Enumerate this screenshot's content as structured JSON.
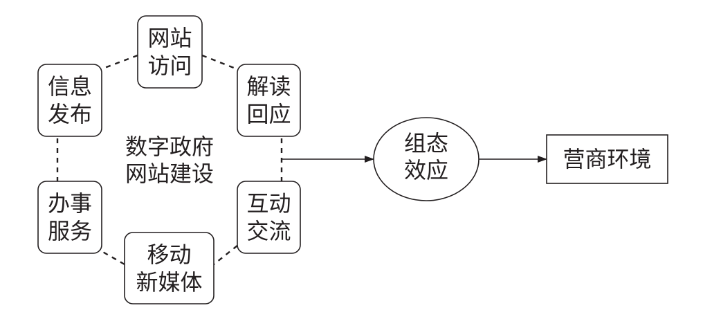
{
  "center": {
    "line1": "数字政府",
    "line2": "网站建设"
  },
  "components": [
    {
      "id": "site-visit",
      "line1": "网站",
      "line2": "访问"
    },
    {
      "id": "interpret-respond",
      "line1": "解读",
      "line2": "回应"
    },
    {
      "id": "interaction",
      "line1": "互动",
      "line2": "交流"
    },
    {
      "id": "mobile-media",
      "line1": "移动",
      "line2": "新媒体"
    },
    {
      "id": "services",
      "line1": "办事",
      "line2": "服务"
    },
    {
      "id": "info-release",
      "line1": "信息",
      "line2": "发布"
    }
  ],
  "effect": {
    "line1": "组态",
    "line2": "效应"
  },
  "outcome": {
    "label": "营商环境"
  }
}
